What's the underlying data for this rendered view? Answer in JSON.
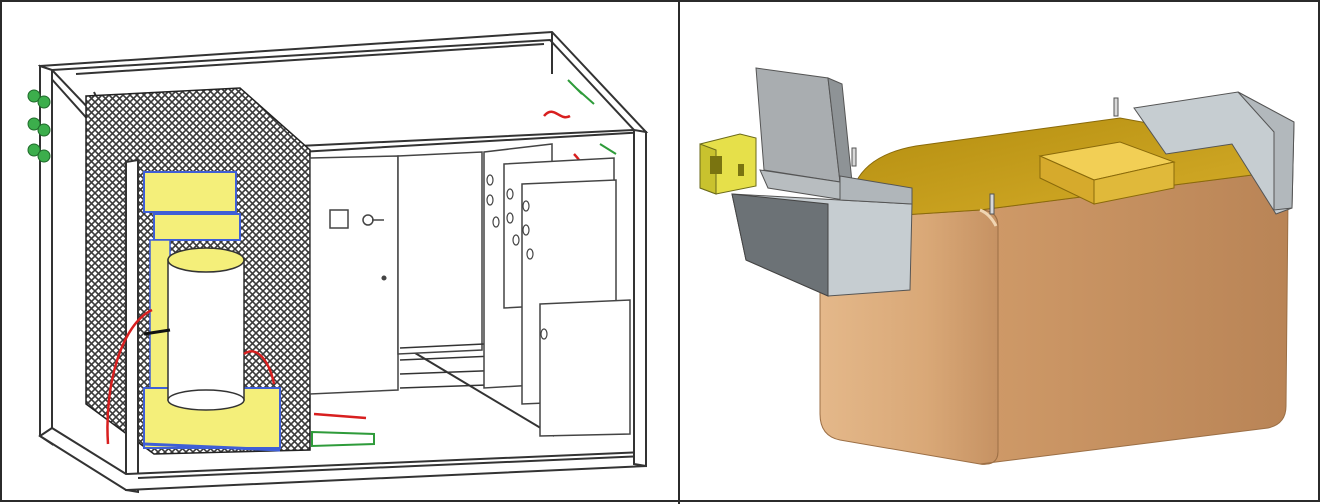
{
  "figure": {
    "panels": [
      {
        "id": "left",
        "name": "cabinet-cutaway-view"
      },
      {
        "id": "right",
        "name": "transformer-tank-3d-model"
      }
    ]
  },
  "colors": {
    "border": "#2b2b2b",
    "frame_line": "#333333",
    "mesh": "#3a3a3a",
    "coil_yellow": "#f4ef7a",
    "coil_blue": "#3f5fd6",
    "wire_red": "#d81f1f",
    "wire_green": "#2e9b3a",
    "tank_copper": "#d9a877",
    "tank_copper_dark": "#b98456",
    "tank_top": "#c9a000",
    "box_gray": "#a9adb0",
    "box_light": "#c6cdd1",
    "junction_yellow": "#e6e04a"
  }
}
